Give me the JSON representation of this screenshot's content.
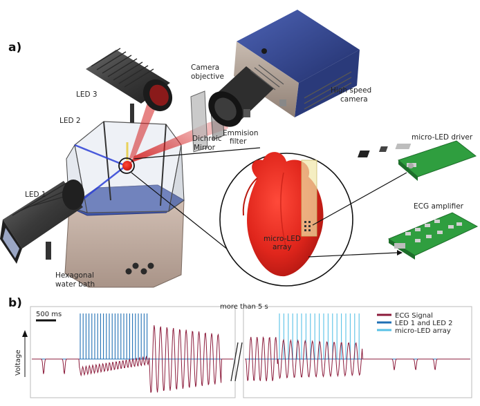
{
  "panels": {
    "a": "a)",
    "b": "b)"
  },
  "labels": {
    "led3": "LED 3",
    "led2": "LED 2",
    "led1": "LED 1",
    "camera_objective_1": "Camera",
    "camera_objective_2": "objective",
    "high_speed_1": "High speed",
    "high_speed_2": "camera",
    "emission_1": "Emmision",
    "emission_2": "filter",
    "dichroic_1": "Dichroic",
    "dichroic_2": "Mirror",
    "water_bath_1": "Hexagonal",
    "water_bath_2": "water bath",
    "micro_led_driver": "micro-LED driver",
    "ecg_amplifier": "ECG amplifier",
    "micro_led_array_1": "micro-LED",
    "micro_led_array_2": "array"
  },
  "trace": {
    "scale_bar": "500 ms",
    "break_label": "more than 5 s",
    "y_label": "Voltage",
    "legend": [
      {
        "name": "ECG Signal",
        "color": "#8b1a3a"
      },
      {
        "name": "LED 1 and LED 2",
        "color": "#1f6fb4"
      },
      {
        "name": "micro-LED array",
        "color": "#57c1e6"
      }
    ]
  },
  "colors": {
    "ecg": "#8b1a3a",
    "led12": "#1f6fb4",
    "microled": "#57c1e6",
    "heart": "#e0261c",
    "camera_blue": "#3a4f9a",
    "pcb_green": "#2f9e3f",
    "red_beam": "#d41f1f",
    "blue_beam": "#2b3fd6"
  }
}
